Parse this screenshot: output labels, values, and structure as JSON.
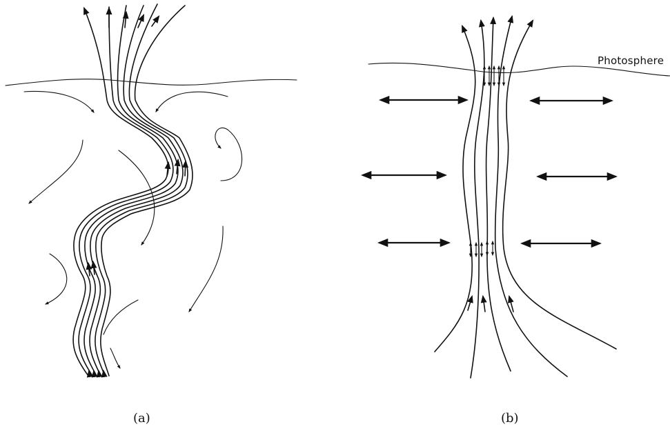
{
  "panels": {
    "a": {
      "caption": "(a)"
    },
    "b": {
      "caption": "(b)",
      "surface_label": "Photosphere"
    }
  },
  "colors": {
    "ink": "#111111",
    "background": "#ffffff"
  },
  "icons": {
    "flux_arrow": "arrowhead",
    "flow_arrow": "double-headed-arrow"
  }
}
